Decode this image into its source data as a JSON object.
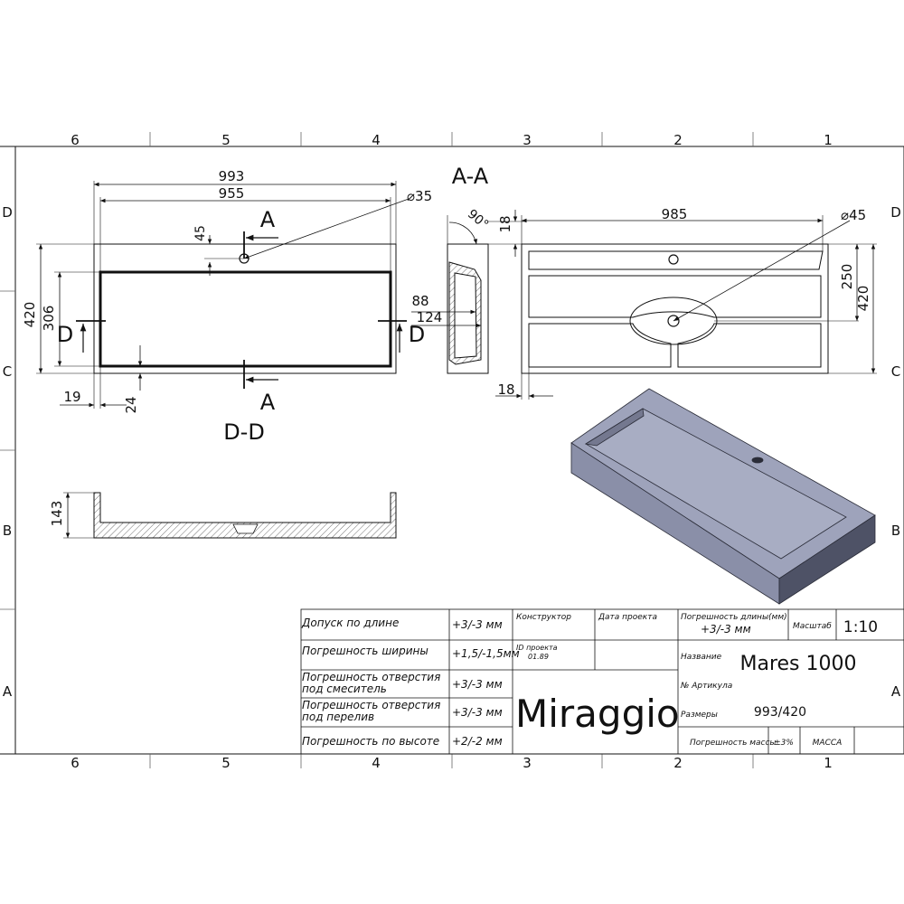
{
  "grid": {
    "columns": [
      "6",
      "5",
      "4",
      "3",
      "2",
      "1"
    ],
    "rows": [
      "D",
      "C",
      "B",
      "A"
    ]
  },
  "dimensions": {
    "top_width_outer": "993",
    "top_width_inner": "955",
    "hole_diameter_top": "⌀35",
    "hole_offset": "45",
    "depth_outer": "420",
    "depth_inner": "306",
    "side_gap": "19",
    "front_gap": "24",
    "section_label": "A-A",
    "angle": "90°",
    "rim_88": "88",
    "rim_124": "124",
    "rim_18_top": "18",
    "bottom_width": "985",
    "hole_diameter_bottom": "⌀45",
    "outlet_offset": "250",
    "bottom_depth": "420",
    "rim_18_bottom": "18",
    "height": "143",
    "section_dd": "D-D",
    "marker_a_top": "A",
    "marker_a_bottom": "A",
    "marker_d_left": "D",
    "marker_d_right": "D"
  },
  "titleblock": {
    "tol_length_label": "Допуск по длине",
    "tol_length_value": "+3/-3 мм",
    "tol_width_label": "Погрешность ширины",
    "tol_width_value": "+1,5/-1,5мм",
    "tol_mixer_label_1": "Погрешность отверстия",
    "tol_mixer_label_2": "под смеситель",
    "tol_mixer_value": "+3/-3 мм",
    "tol_overflow_label_1": "Погрешность отверстия",
    "tol_overflow_label_2": "под перелив",
    "tol_overflow_value": "+3/-3 мм",
    "tol_height_label": "Погрешность по высоте",
    "tol_height_value": "+2/-2 мм",
    "designer_label": "Конструктор",
    "date_label": "Дата проекта",
    "project_id_label": "ID проекта",
    "project_id_value": "01.89",
    "brand": "Miraggio",
    "length_tol_label": "Погрешность длины(мм)",
    "length_tol_value": "+3/-3 мм",
    "scale_label": "Масштаб",
    "scale_value": "1:10",
    "name_label": "Название",
    "name_value": "Mares 1000",
    "article_label": "№ Артикула",
    "size_label": "Размеры",
    "size_value": "993/420",
    "mass_tol_label": "Погрешность массы",
    "mass_tol_value": "±3%",
    "mass_label": "МАССА"
  },
  "colors": {
    "line": "#111111",
    "body_front": "#8a8fa8",
    "body_top": "#9ea3bb",
    "body_side": "#4e5266",
    "basin_inner": "#a8adc3",
    "basin_wall": "#74788f"
  }
}
